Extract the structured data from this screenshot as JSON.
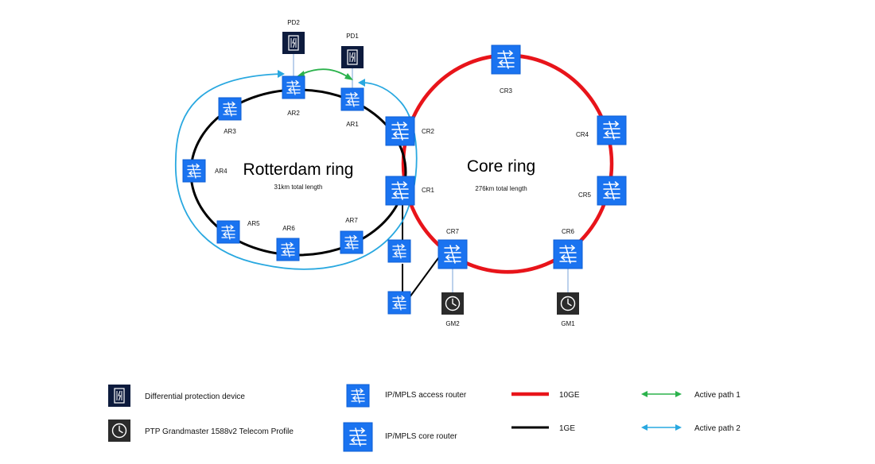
{
  "colors": {
    "router": "#1a73f0",
    "router_border": "#0d5fd6",
    "device_dark": "#0d1b3d",
    "gm_dark": "#2b2b2b",
    "link_10ge": "#e8141a",
    "link_1ge": "#000000",
    "path1": "#2bb24c",
    "path2": "#29a8e0",
    "tap_line": "#7aa3d8"
  },
  "rings": {
    "rotterdam": {
      "title": "Rotterdam ring",
      "subtitle": "31km total length"
    },
    "core": {
      "title": "Core ring",
      "subtitle": "276km total length"
    }
  },
  "devices": {
    "PD1": "PD1",
    "PD2": "PD2",
    "AR1": "AR1",
    "AR2": "AR2",
    "AR3": "AR3",
    "AR4": "AR4",
    "AR5": "AR5",
    "AR6": "AR6",
    "AR7": "AR7",
    "CR1": "CR1",
    "CR2": "CR2",
    "CR3": "CR3",
    "CR4": "CR4",
    "CR5": "CR5",
    "CR6": "CR6",
    "CR7": "CR7",
    "GM1": "GM1",
    "GM2": "GM2"
  },
  "legend": {
    "pd": {
      "label": "Differential protection device",
      "icon": "differential-protection-icon"
    },
    "gm": {
      "label": "PTP Grandmaster 1588v2 Telecom Profile",
      "icon": "clock-icon"
    },
    "access": {
      "label": "IP/MPLS access router",
      "icon": "router-icon"
    },
    "core": {
      "label": "IP/MPLS core router",
      "icon": "router-icon"
    },
    "ge10": {
      "label": "10GE"
    },
    "ge1": {
      "label": "1GE"
    },
    "path1": {
      "label": "Active path 1"
    },
    "path2": {
      "label": "Active path 2"
    }
  }
}
